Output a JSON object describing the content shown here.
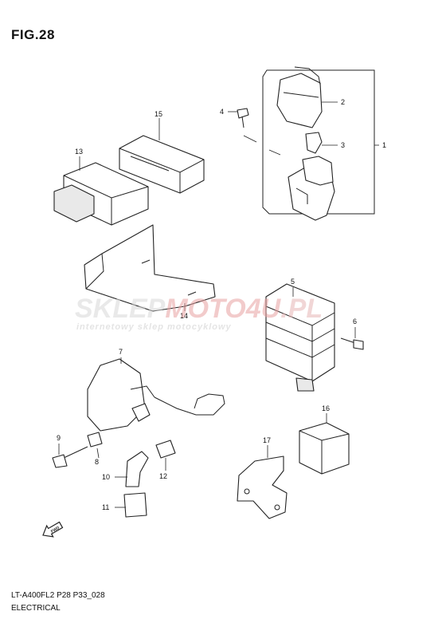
{
  "figure": {
    "title": "FIG.28",
    "code": "LT-A400FL2 P28 P33_028",
    "section": "ELECTRICAL"
  },
  "callouts": [
    {
      "id": "1",
      "label": "1"
    },
    {
      "id": "2",
      "label": "2"
    },
    {
      "id": "3",
      "label": "3"
    },
    {
      "id": "4",
      "label": "4"
    },
    {
      "id": "5",
      "label": "5"
    },
    {
      "id": "6",
      "label": "6"
    },
    {
      "id": "7",
      "label": "7"
    },
    {
      "id": "8",
      "label": "8"
    },
    {
      "id": "9",
      "label": "9"
    },
    {
      "id": "10",
      "label": "10"
    },
    {
      "id": "11",
      "label": "11"
    },
    {
      "id": "12",
      "label": "12"
    },
    {
      "id": "13",
      "label": "13"
    },
    {
      "id": "14",
      "label": "14"
    },
    {
      "id": "15",
      "label": "15"
    },
    {
      "id": "16",
      "label": "16"
    },
    {
      "id": "17",
      "label": "17"
    }
  ],
  "watermark": {
    "brand_left": "SKLEP",
    "brand_mid": "MOTO",
    "brand_logo": "4U",
    "brand_right": ".PL",
    "tagline": "internetowy sklep motocyklowy",
    "color_accent": "#e8a2a2"
  },
  "direction_mark": {
    "label": "FWD",
    "icon": "forward-arrow-icon"
  }
}
